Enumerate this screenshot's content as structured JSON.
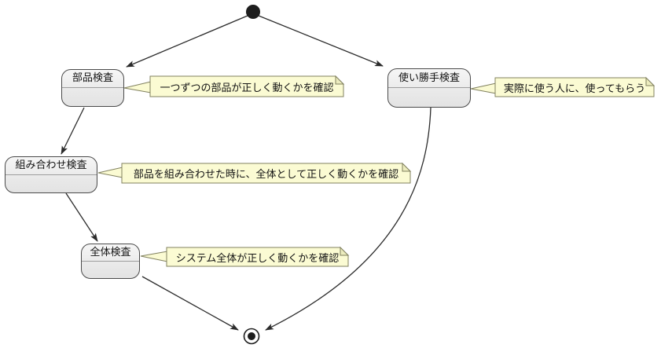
{
  "diagram": {
    "type": "uml-activity-diagram",
    "language": "ja",
    "background_color": "#ffffff",
    "colors": {
      "activity_fill_top": "#f6f6f6",
      "activity_fill_bottom": "#e3e3e3",
      "activity_border": "#4a4a4a",
      "note_fill": "#fbfbd3",
      "note_fold": "#ececbe",
      "note_border": "#81815f",
      "edge_color": "#2b2b2b",
      "text_color": "#131313"
    },
    "nodes": {
      "start": "start",
      "end": "end"
    },
    "activities": [
      {
        "label": "部品検査",
        "note": "一つずつの部品が正しく動くかを確認"
      },
      {
        "label": "使い勝手検査",
        "note": "実際に使う人に、使ってもらう"
      },
      {
        "label": "組み合わせ検査",
        "note": "部品を組み合わせた時に、全体として正しく動くかを確認"
      },
      {
        "label": "全体検査",
        "note": "システム全体が正しく動くかを確認"
      }
    ],
    "edges": [
      {
        "from": "start",
        "to": "部品検査"
      },
      {
        "from": "start",
        "to": "使い勝手検査"
      },
      {
        "from": "部品検査",
        "to": "組み合わせ検査"
      },
      {
        "from": "組み合わせ検査",
        "to": "全体検査"
      },
      {
        "from": "全体検査",
        "to": "end"
      },
      {
        "from": "使い勝手検査",
        "to": "end"
      }
    ]
  }
}
